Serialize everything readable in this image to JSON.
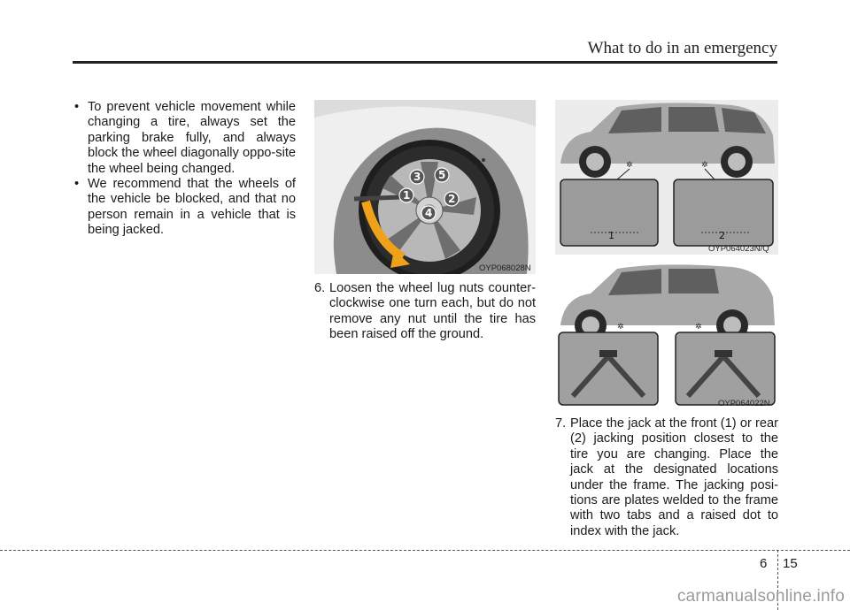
{
  "header": {
    "section_title": "What to do in an emergency"
  },
  "left_column": {
    "bullets": [
      "To prevent vehicle movement while changing a tire, always set the parking brake fully, and always block the wheel diagonally oppo-site the wheel being changed.",
      "We recommend that the wheels of the vehicle be blocked, and that no person remain in a vehicle that is being jacked."
    ]
  },
  "middle_column": {
    "figure_code": "OYP068028N",
    "lug_labels": [
      "3",
      "5",
      "1",
      "2",
      "4"
    ],
    "step": {
      "number": "6.",
      "text": "Loosen the wheel lug nuts counter-clockwise one turn each, but do not remove any nut until the tire has been raised off the ground."
    }
  },
  "right_column": {
    "figure_top_code": "OYP064023N/Q",
    "figure_top_labels": [
      "1",
      "2"
    ],
    "figure_bottom_code": "OYP064022N",
    "step": {
      "number": "7.",
      "text": "Place the jack at the front (1) or rear (2) jacking position closest to the tire you are changing. Place the jack at the designated locations under the frame. The jacking posi-tions are plates welded to the frame with two tabs and a raised dot to index with the jack."
    }
  },
  "footer": {
    "chapter": "6",
    "page": "15"
  },
  "watermark": "carmanualsonline.info",
  "colors": {
    "arrow": "#f0a11a",
    "rule": "#222222",
    "figure_bg": "#e6e6e6"
  }
}
